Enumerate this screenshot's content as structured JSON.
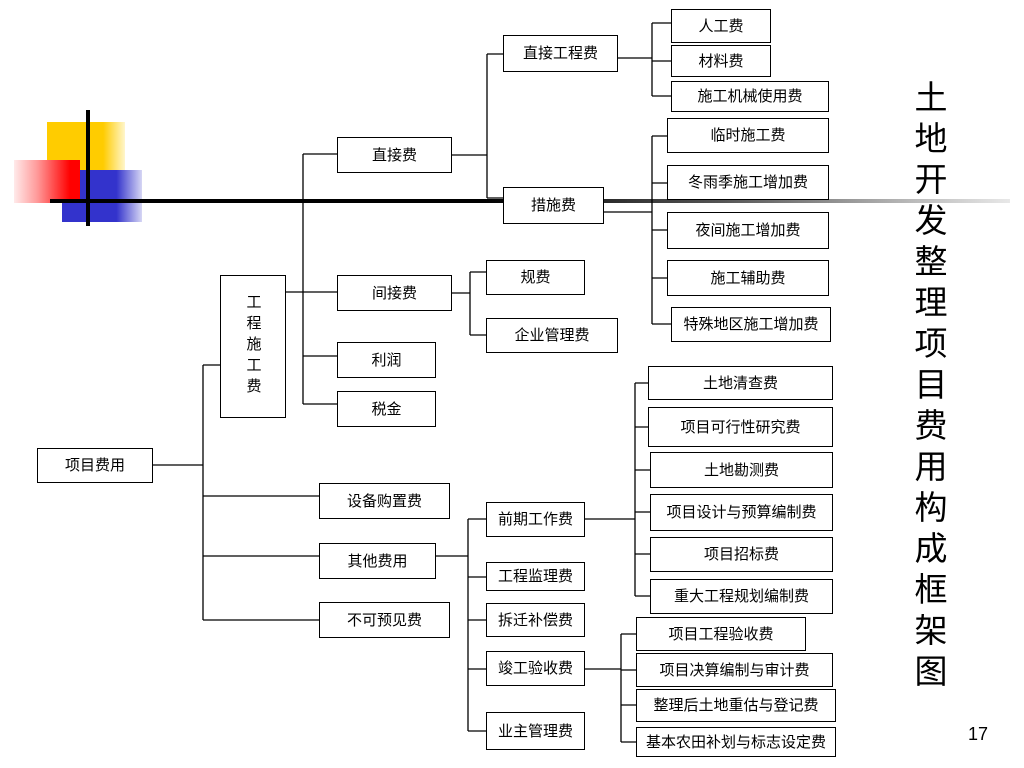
{
  "slide": {
    "title": "土地开发整理项目费用构成框架图",
    "page_number": "17"
  },
  "palette": {
    "yellow": "#ffcc00",
    "red": "#ff0000",
    "blue": "#3333cc"
  },
  "tree": {
    "label": "项目费用",
    "children": [
      {
        "label": "工程施工费",
        "children": [
          {
            "label": "直接费",
            "children": [
              {
                "label": "直接工程费",
                "children": [
                  {
                    "label": "人工费"
                  },
                  {
                    "label": "材料费"
                  },
                  {
                    "label": "施工机械使用费"
                  }
                ]
              },
              {
                "label": "措施费",
                "children": [
                  {
                    "label": "临时施工费"
                  },
                  {
                    "label": "冬雨季施工增加费"
                  },
                  {
                    "label": "夜间施工增加费"
                  },
                  {
                    "label": "施工辅助费"
                  },
                  {
                    "label": "特殊地区施工增加费"
                  }
                ]
              }
            ]
          },
          {
            "label": "间接费",
            "children": [
              {
                "label": "规费"
              },
              {
                "label": "企业管理费"
              }
            ]
          },
          {
            "label": "利润"
          },
          {
            "label": "税金"
          }
        ]
      },
      {
        "label": "设备购置费"
      },
      {
        "label": "其他费用",
        "children": [
          {
            "label": "前期工作费",
            "children": [
              {
                "label": "土地清查费"
              },
              {
                "label": "项目可行性研究费"
              },
              {
                "label": "土地勘测费"
              },
              {
                "label": "项目设计与预算编制费"
              },
              {
                "label": "项目招标费"
              },
              {
                "label": "重大工程规划编制费"
              }
            ]
          },
          {
            "label": "工程监理费"
          },
          {
            "label": "拆迁补偿费"
          },
          {
            "label": "竣工验收费",
            "children": [
              {
                "label": "项目工程验收费"
              },
              {
                "label": "项目决算编制与审计费"
              },
              {
                "label": "整理后土地重估与登记费"
              },
              {
                "label": "基本农田补划与标志设定费"
              }
            ]
          },
          {
            "label": "业主管理费"
          }
        ]
      },
      {
        "label": "不可预见费"
      }
    ]
  }
}
